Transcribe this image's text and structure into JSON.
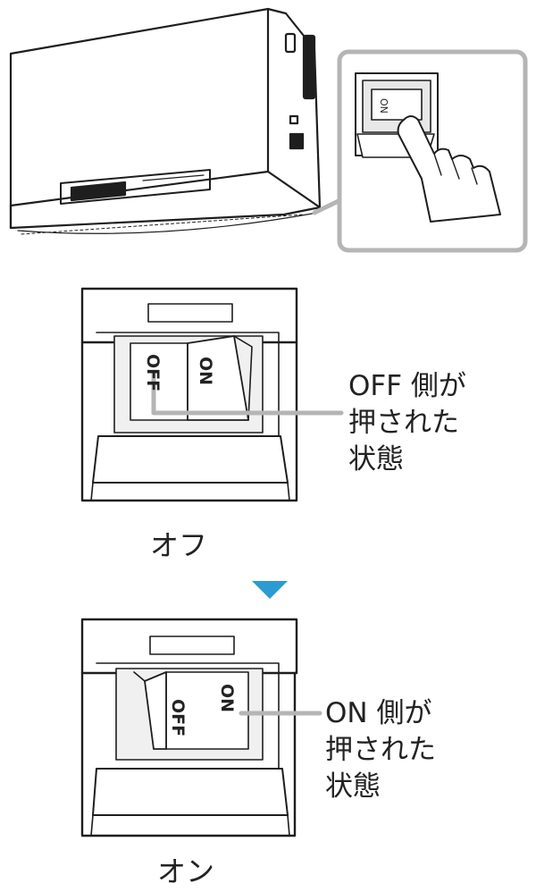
{
  "switch_labels": {
    "on": "ON",
    "off": "OFF"
  },
  "off_state": {
    "annotation_lines": [
      "OFF 側が",
      "押された",
      "状態"
    ],
    "caption": "オフ"
  },
  "on_state": {
    "annotation_lines": [
      "ON 側が",
      "押された",
      "状態"
    ],
    "caption": "オン"
  },
  "colors": {
    "arrow": "#2b9bd1",
    "callout_frame": "#b5b5b5",
    "line": "#1e1e1e"
  }
}
